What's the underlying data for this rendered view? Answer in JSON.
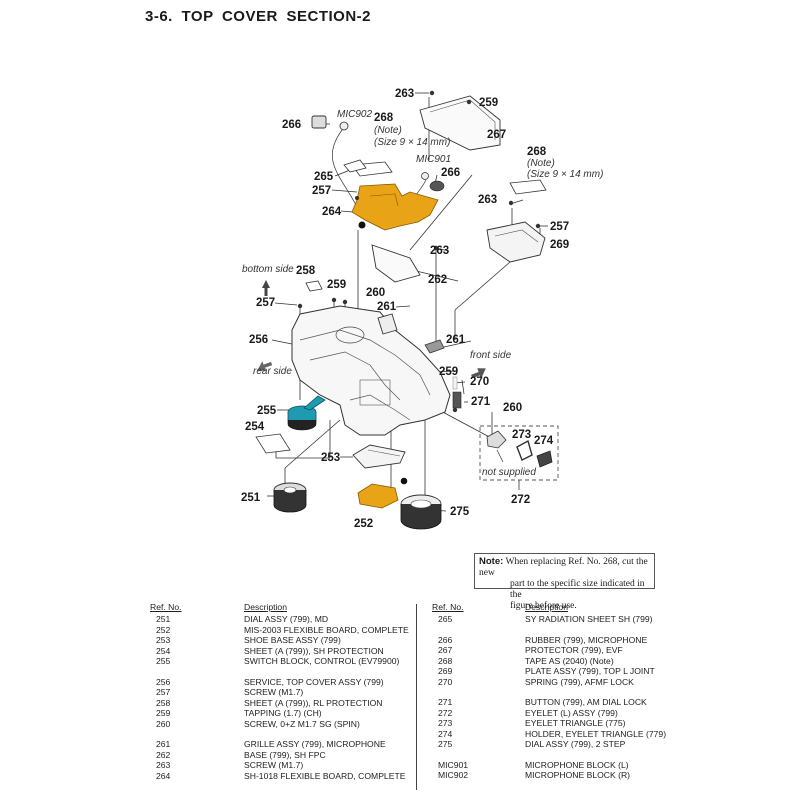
{
  "title": "3-6.  TOP  COVER  SECTION-2",
  "diagram": {
    "callouts": {
      "c263a": "263",
      "c259a": "259",
      "c267": "267",
      "c266a": "266",
      "mic902": "MIC902",
      "c268a": "268",
      "c268a_note": "(Note)",
      "c268a_size": "(Size 9 × 14 mm)",
      "mic901": "MIC901",
      "c266b": "266",
      "c265": "265",
      "c257a": "257",
      "c264": "264",
      "c268b": "268",
      "c268b_note": "(Note)",
      "c268b_size": "(Size 9 × 14 mm)",
      "c263b": "263",
      "c257b": "257",
      "c269": "269",
      "c263c": "263",
      "c262": "262",
      "c258": "258",
      "c259b": "259",
      "c260a": "260",
      "c257c": "257",
      "c261a": "261",
      "c256": "256",
      "c261b": "261",
      "c259c": "259",
      "c270": "270",
      "c271": "271",
      "c260b": "260",
      "c255": "255",
      "c254": "254",
      "c273": "273",
      "c274": "274",
      "c253": "253",
      "c272": "272",
      "c251": "251",
      "c252": "252",
      "c275": "275"
    },
    "annotations": {
      "bottom_side": "bottom side",
      "rear_side": "rear side",
      "front_side": "front side",
      "not_supplied": "not supplied"
    },
    "colors": {
      "flex_board": "#E8A317",
      "switch_block": "#1E9BB0",
      "line": "#333333"
    }
  },
  "note": {
    "label": "Note:",
    "line1": "When replacing Ref. No. 268, cut the new",
    "line2": "part to the specific size indicated in the",
    "line3": "figure before use."
  },
  "parts_table": {
    "headers": {
      "ref": "Ref. No.",
      "description": "Description"
    },
    "left": [
      {
        "ref": "251",
        "desc": "DIAL ASSY (799), MD"
      },
      {
        "ref": "252",
        "desc": "MIS-2003 FLEXIBLE BOARD, COMPLETE"
      },
      {
        "ref": "253",
        "desc": "SHOE BASE ASSY (799)"
      },
      {
        "ref": "254",
        "desc": "SHEET (A (799)), SH PROTECTION"
      },
      {
        "ref": "255",
        "desc": "SWITCH BLOCK, CONTROL (EV79900)"
      },
      {
        "ref": "256",
        "desc": "SERVICE, TOP COVER ASSY (799)"
      },
      {
        "ref": "257",
        "desc": "SCREW (M1.7)"
      },
      {
        "ref": "258",
        "desc": "SHEET (A (799)), RL PROTECTION"
      },
      {
        "ref": "259",
        "desc": "TAPPING (1.7) (CH)"
      },
      {
        "ref": "260",
        "desc": "SCREW, 0+Z M1.7 SG (SPIN)"
      },
      {
        "ref": "261",
        "desc": "GRILLE ASSY (799), MICROPHONE"
      },
      {
        "ref": "262",
        "desc": "BASE (799), SH FPC"
      },
      {
        "ref": "263",
        "desc": "SCREW (M1.7)"
      },
      {
        "ref": "264",
        "desc": "SH-1018 FLEXIBLE BOARD, COMPLETE"
      }
    ],
    "right": [
      {
        "ref": "265",
        "desc": "SY RADIATION SHEET SH (799)"
      },
      {
        "ref": "266",
        "desc": "RUBBER (799), MICROPHONE"
      },
      {
        "ref": "267",
        "desc": "PROTECTOR (799), EVF"
      },
      {
        "ref": "268",
        "desc": "TAPE AS (2040) (Note)"
      },
      {
        "ref": "269",
        "desc": "PLATE ASSY (799), TOP L JOINT"
      },
      {
        "ref": "270",
        "desc": "SPRING (799), AFMF LOCK"
      },
      {
        "ref": "271",
        "desc": "BUTTON (799), AM DIAL LOCK"
      },
      {
        "ref": "272",
        "desc": "EYELET (L) ASSY (799)"
      },
      {
        "ref": "273",
        "desc": "EYELET TRIANGLE (775)"
      },
      {
        "ref": "274",
        "desc": "HOLDER, EYELET TRIANGLE (779)"
      },
      {
        "ref": "275",
        "desc": "DIAL ASSY (799), 2 STEP"
      },
      {
        "ref": "MIC901",
        "desc": "MICROPHONE BLOCK (L)"
      },
      {
        "ref": "MIC902",
        "desc": "MICROPHONE BLOCK (R)"
      }
    ]
  }
}
